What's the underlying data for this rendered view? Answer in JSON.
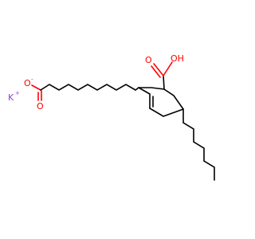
{
  "molecule": {
    "counter_ion": {
      "symbol": "K",
      "charge": "+"
    },
    "carboxylate": {
      "o_single": "O",
      "o_double": "O",
      "charge": "-"
    },
    "carboxylic_acid": {
      "o_double": "O",
      "oh": "OH"
    }
  },
  "colors": {
    "carbon_bonds": "#000000",
    "oxygen": "#ff0000",
    "potassium": "#8f40d4",
    "background": "#ffffff"
  }
}
